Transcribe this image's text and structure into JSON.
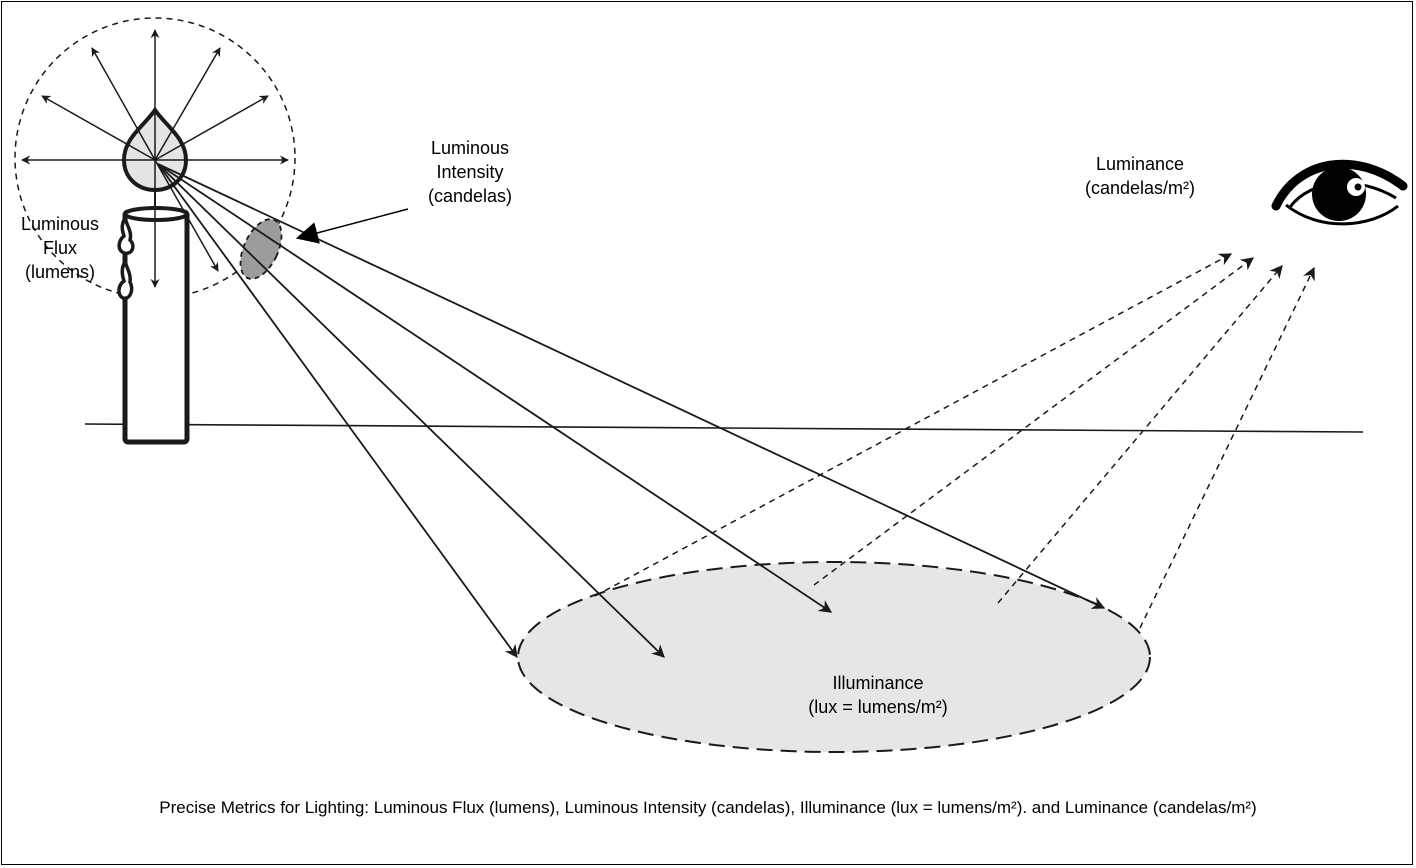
{
  "labels": {
    "flux": {
      "line1": "Luminous",
      "line2": "Flux",
      "line3": "(lumens)"
    },
    "intensity": {
      "line1": "Luminous",
      "line2": "Intensity",
      "line3": "(candelas)"
    },
    "luminance": {
      "line1": "Luminance",
      "line2": "(candelas/m²)"
    },
    "illuminance": {
      "line1": "Illuminance",
      "line2": "(lux = lumens/m²)"
    }
  },
  "caption": "Precise Metrics for Lighting: Luminous Flux (lumens), Luminous Intensity (candelas), Illuminance (lux = lumens/m²). and Luminance (candelas/m²)",
  "colors": {
    "line": "#1a1a1a",
    "illuminated_area": "#e6e6e6",
    "flame": "#e4e4e4",
    "solid_angle": "#9c9c9c"
  },
  "icons": [
    "candle-icon",
    "eye-icon"
  ]
}
